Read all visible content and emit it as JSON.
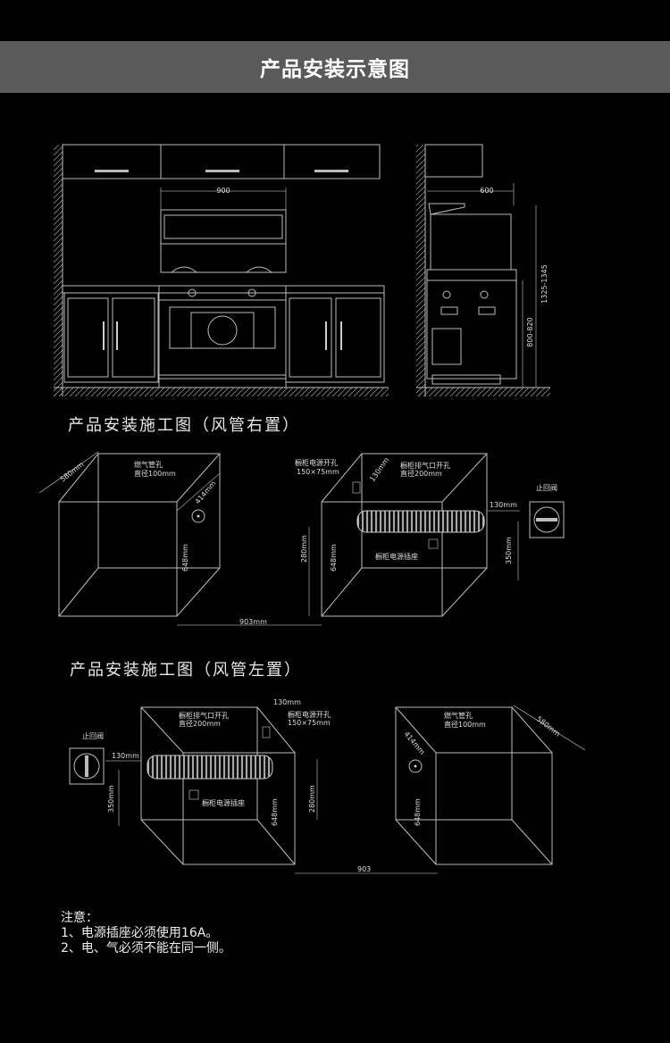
{
  "header": {
    "title": "产品安装示意图"
  },
  "elevation": {
    "front_width": "900",
    "side_depth": "600",
    "side_height_total": "1325-1345",
    "side_height_counter": "800-820"
  },
  "right_install": {
    "title": "产品安装施工图（风管右置）",
    "gas_hole_label": "燃气管孔",
    "gas_hole_dia": "直径100mm",
    "depth": "580mm",
    "gas_offset": "414mm",
    "height_648_a": "648mm",
    "height_648_b": "648mm",
    "height_280": "280mm",
    "width_903": "903mm",
    "power_hole_label": "橱柜电源开孔",
    "power_hole_size": "150×75mm",
    "exhaust_hole_label": "橱柜排气口开孔",
    "exhaust_hole_dia": "直径200mm",
    "offset_130_side": "130mm",
    "offset_130_valve": "130mm",
    "height_350": "350mm",
    "socket_label": "橱柜电源插座",
    "valve_label": "止回阀"
  },
  "left_install": {
    "title": "产品安装施工图（风管左置）",
    "valve_label": "止回阀",
    "offset_130_valve": "130mm",
    "height_350": "350mm",
    "exhaust_hole_label": "橱柜排气口开孔",
    "exhaust_hole_dia": "直径200mm",
    "offset_130_side": "130mm",
    "power_hole_label": "橱柜电源开孔",
    "power_hole_size": "150×75mm",
    "socket_label": "橱柜电源插座",
    "height_648_a": "648mm",
    "height_280": "280mm",
    "gas_hole_label": "燃气管孔",
    "gas_hole_dia": "直径100mm",
    "gas_offset": "414mm",
    "depth": "580mm",
    "height_648_b": "648mm",
    "width_903": "903"
  },
  "notes": {
    "heading": "注意：",
    "line1": "1、电源插座必须使用16A。",
    "line2": "2、电、气必须不能在同一侧。"
  }
}
